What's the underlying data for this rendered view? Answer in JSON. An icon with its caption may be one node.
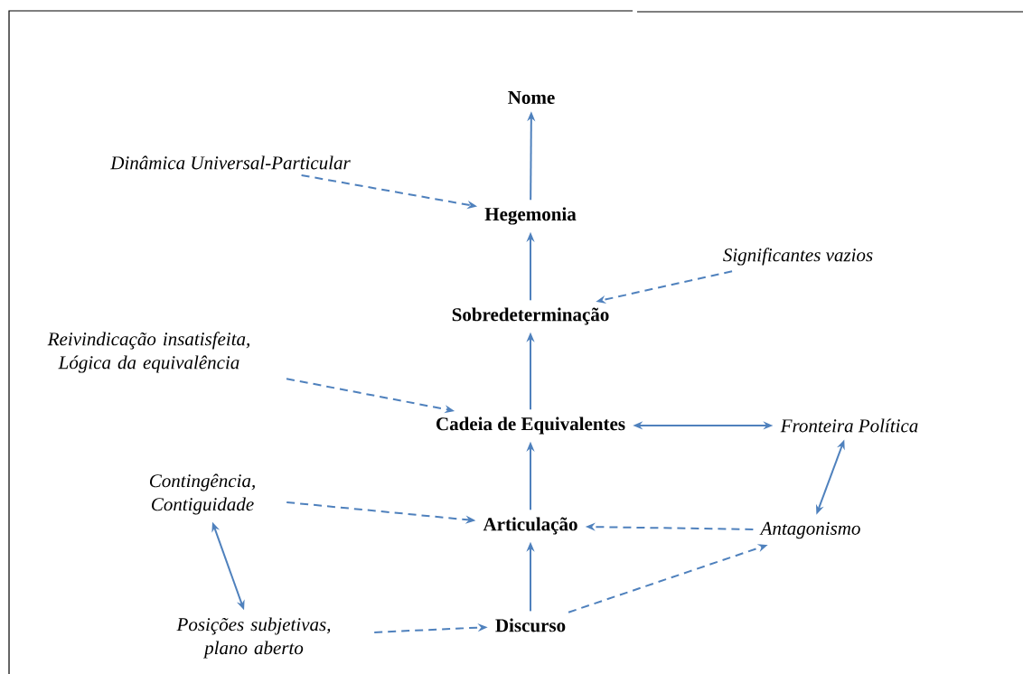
{
  "diagram": {
    "nodes": [
      {
        "text": [
          "Nome"
        ]
      },
      {
        "text": [
          "Dinâmica Universal-Particular"
        ]
      },
      {
        "text": [
          "Hegemonia"
        ]
      },
      {
        "text": [
          "Significantes vazios"
        ]
      },
      {
        "text": [
          "Sobredeterminação"
        ]
      },
      {
        "text": [
          "Reivindicação insatisfeita, Lógica da equivalência"
        ]
      },
      {
        "text": [
          "Cadeia de Equivalentes"
        ]
      },
      {
        "text": [
          "Fronteira Política"
        ]
      },
      {
        "text": [
          "Contingência, Contiguidade"
        ]
      },
      {
        "text": [
          "Articulação"
        ]
      },
      {
        "text": [
          "Antagonismo"
        ]
      },
      {
        "text": [
          "Posições subjetivas, plano aberto"
        ]
      },
      {
        "text": [
          "Discurso"
        ]
      }
    ],
    "edges": [
      {
        "from": 2,
        "to": 0,
        "arrow": "to"
      },
      {
        "from": 1,
        "to": 2,
        "arrow": "to",
        "style": "dashed"
      },
      {
        "from": 4,
        "to": 2,
        "arrow": "to"
      },
      {
        "from": 3,
        "to": 4,
        "arrow": "to",
        "style": "dashed"
      },
      {
        "from": 6,
        "to": 4,
        "arrow": "to"
      },
      {
        "from": 5,
        "to": 6,
        "arrow": "to",
        "style": "dashed"
      },
      {
        "from": 6,
        "to": 7,
        "arrow": "both"
      },
      {
        "from": 7,
        "to": 10,
        "arrow": "both"
      },
      {
        "from": 9,
        "to": 6,
        "arrow": "to"
      },
      {
        "from": 8,
        "to": 9,
        "arrow": "to",
        "style": "dashed"
      },
      {
        "from": 10,
        "to": 9,
        "arrow": "to",
        "style": "dashed"
      },
      {
        "from": 8,
        "to": 11,
        "arrow": "both"
      },
      {
        "from": 12,
        "to": 9,
        "arrow": "to"
      },
      {
        "from": 11,
        "to": 12,
        "arrow": "to",
        "style": "dashed"
      },
      {
        "from": 12,
        "to": 10,
        "arrow": "to",
        "style": "dashed"
      }
    ]
  }
}
